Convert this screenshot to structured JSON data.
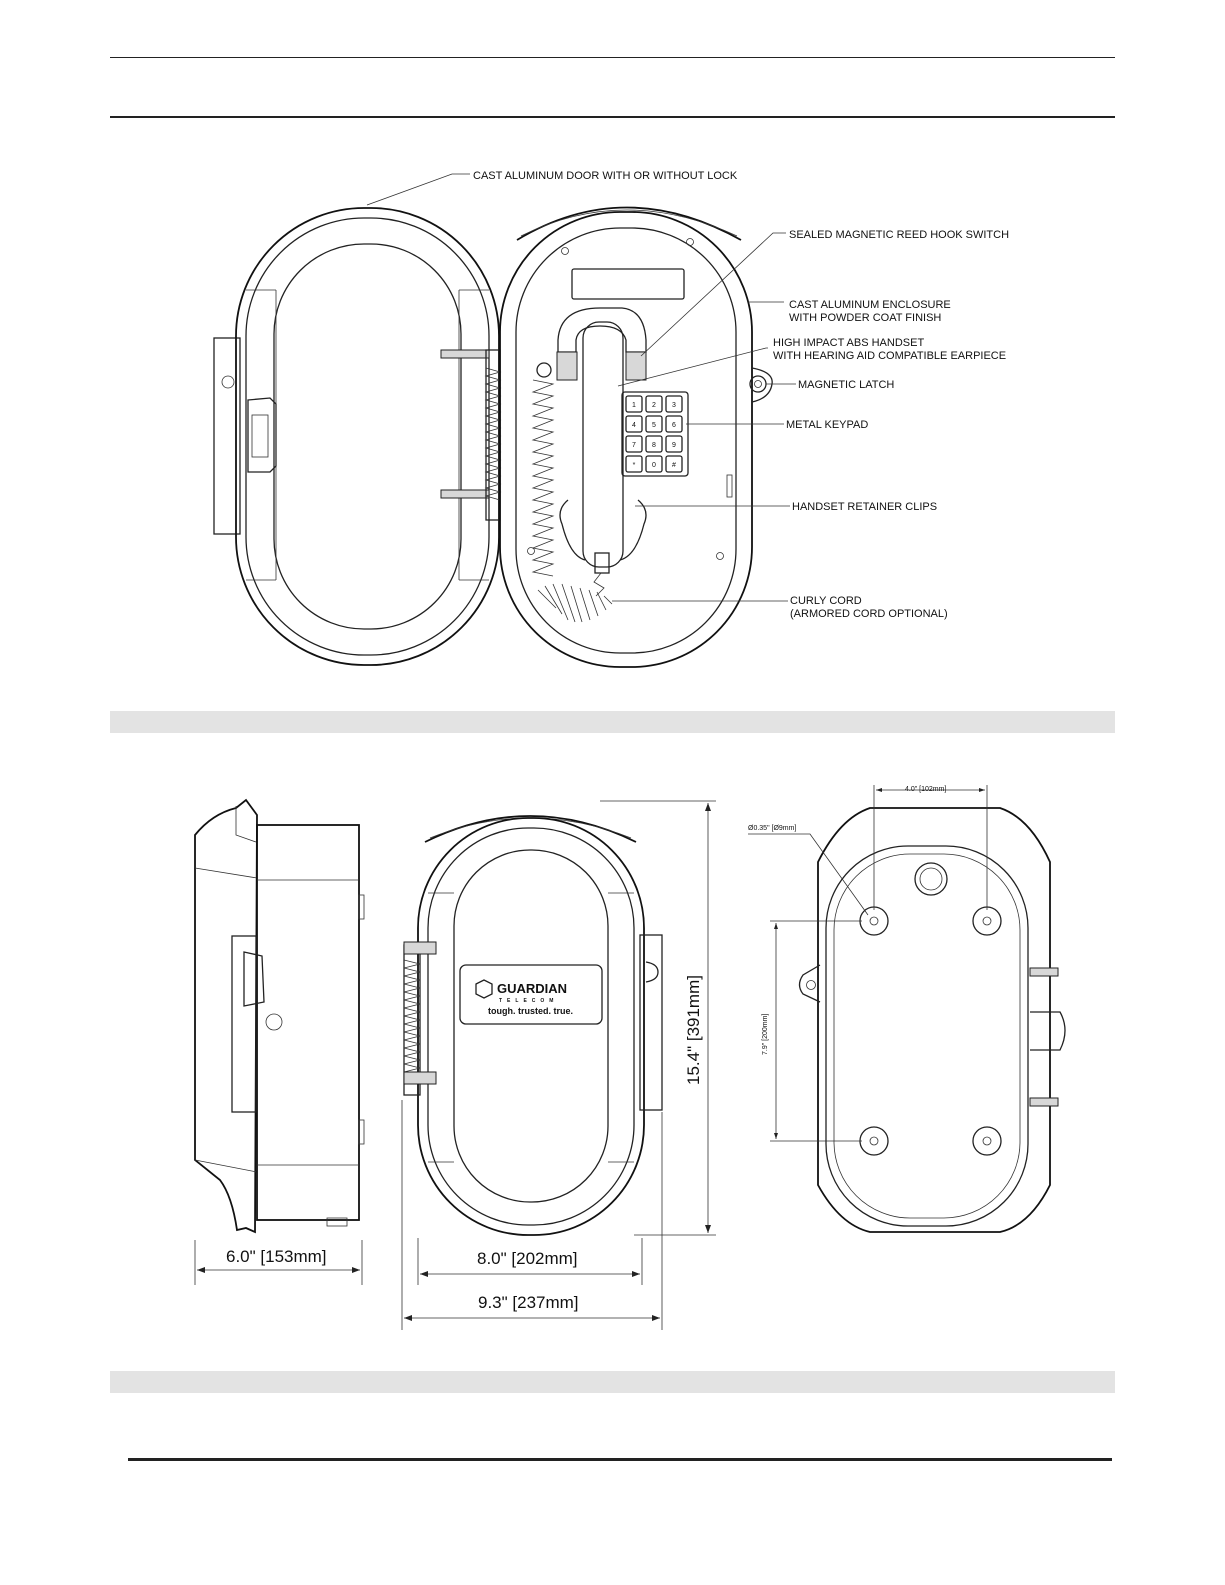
{
  "callouts": {
    "door": "CAST ALUMINUM DOOR WITH OR WITHOUT LOCK",
    "hook_switch": "SEALED MAGNETIC REED HOOK SWITCH",
    "enclosure_1": "CAST ALUMINUM ENCLOSURE",
    "enclosure_2": "WITH POWDER COAT FINISH",
    "handset_1": "HIGH IMPACT ABS HANDSET",
    "handset_2": "WITH HEARING AID COMPATIBLE EARPIECE",
    "latch": "MAGNETIC LATCH",
    "keypad": "METAL KEYPAD",
    "retainer": "HANDSET RETAINER CLIPS",
    "cord_1": "CURLY CORD",
    "cord_2": "(ARMORED CORD OPTIONAL)"
  },
  "keypad_keys": [
    "1",
    "2",
    "3",
    "4",
    "5",
    "6",
    "7",
    "8",
    "9",
    "*",
    "0",
    "#"
  ],
  "dimensions": {
    "depth": "6.0\" [153mm]",
    "width_body": "8.0\" [202mm]",
    "width_total": "9.3\" [237mm]",
    "height": "15.4\" [391mm]",
    "hole_spacing_h": "4.0\" [102mm]",
    "hole_diameter": "Ø0.35\" [Ø9mm]",
    "hole_spacing_v": "7.9\" [200mm]"
  },
  "brand": {
    "name": "GUARDIAN",
    "sub": "TELECOM",
    "tagline": "tough. trusted. true."
  }
}
